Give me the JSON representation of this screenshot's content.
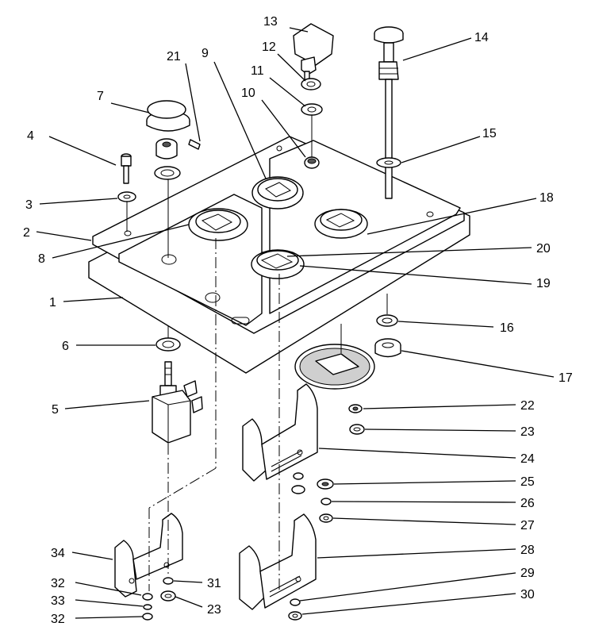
{
  "callouts": [
    {
      "id": "c1",
      "label": "1"
    },
    {
      "id": "c2",
      "label": "2"
    },
    {
      "id": "c3",
      "label": "3"
    },
    {
      "id": "c4",
      "label": "4"
    },
    {
      "id": "c5",
      "label": "5"
    },
    {
      "id": "c6",
      "label": "6"
    },
    {
      "id": "c7",
      "label": "7"
    },
    {
      "id": "c8",
      "label": "8"
    },
    {
      "id": "c9",
      "label": "9"
    },
    {
      "id": "c10",
      "label": "10"
    },
    {
      "id": "c11",
      "label": "11"
    },
    {
      "id": "c12",
      "label": "12"
    },
    {
      "id": "c13",
      "label": "13"
    },
    {
      "id": "c14",
      "label": "14"
    },
    {
      "id": "c15",
      "label": "15"
    },
    {
      "id": "c16",
      "label": "16"
    },
    {
      "id": "c17",
      "label": "17"
    },
    {
      "id": "c18",
      "label": "18"
    },
    {
      "id": "c19",
      "label": "19"
    },
    {
      "id": "c20",
      "label": "20"
    },
    {
      "id": "c21",
      "label": "21"
    },
    {
      "id": "c22",
      "label": "22"
    },
    {
      "id": "c23a",
      "label": "23"
    },
    {
      "id": "c24",
      "label": "24"
    },
    {
      "id": "c25",
      "label": "25"
    },
    {
      "id": "c26",
      "label": "26"
    },
    {
      "id": "c27",
      "label": "27"
    },
    {
      "id": "c28",
      "label": "28"
    },
    {
      "id": "c29",
      "label": "29"
    },
    {
      "id": "c30",
      "label": "30"
    },
    {
      "id": "c31",
      "label": "31"
    },
    {
      "id": "c32a",
      "label": "32"
    },
    {
      "id": "c33",
      "label": "33"
    },
    {
      "id": "c32b",
      "label": "32"
    },
    {
      "id": "c34",
      "label": "34"
    },
    {
      "id": "c23b",
      "label": "23"
    }
  ]
}
